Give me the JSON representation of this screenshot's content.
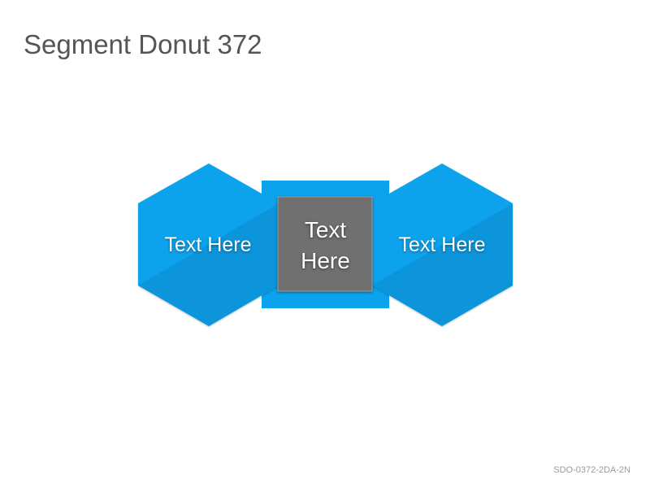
{
  "title": "Segment Donut 372",
  "footer_code": "SDO-0372-2DA-2N",
  "colors": {
    "hexagon_fill": "#0ba3ec",
    "hexagon_shade": "#078bd0",
    "band_fill": "#0ba3ec",
    "center_box_fill": "#707070",
    "center_box_border": "#9a9a9a",
    "label_text": "#ffffff",
    "title_text": "#555555"
  },
  "diagram": {
    "left_hexagon": {
      "label": "Text Here"
    },
    "center_box": {
      "label_line_1": "Text",
      "label_line_2": "Here"
    },
    "right_hexagon": {
      "label": "Text Here"
    }
  }
}
